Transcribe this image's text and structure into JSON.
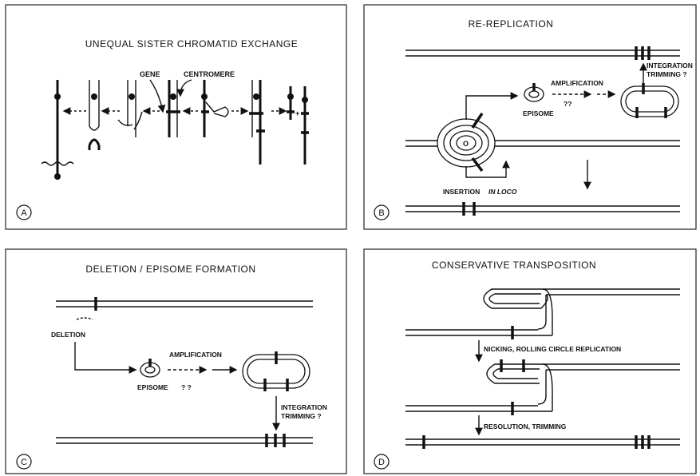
{
  "panels": {
    "a": {
      "title": "UNEQUAL SISTER CHROMATID EXCHANGE",
      "letter": "A",
      "labels": {
        "gene": "GENE",
        "centromere": "CENTROMERE"
      }
    },
    "b": {
      "title": "RE-REPLICATION",
      "letter": "B",
      "labels": {
        "episome": "EPISOME",
        "amplification": "AMPLIFICATION",
        "qq": "??",
        "integration": "INTEGRATION",
        "trimming": "TRIMMING ?",
        "insertion": "INSERTION",
        "in_loco": "IN LOCO",
        "origin": "O"
      }
    },
    "c": {
      "title": "DELETION / EPISOME  FORMATION",
      "letter": "C",
      "labels": {
        "deletion": "DELETION",
        "episome": "EPISOME",
        "amplification": "AMPLIFICATION",
        "qq": "? ?",
        "integration": "INTEGRATION",
        "trimming": "TRIMMING ?"
      }
    },
    "d": {
      "title": "CONSERVATIVE  TRANSPOSITION",
      "letter": "D",
      "labels": {
        "nicking": "NICKING, ROLLING CIRCLE REPLICATION",
        "resolution": "RESOLUTION, TRIMMING"
      }
    }
  }
}
